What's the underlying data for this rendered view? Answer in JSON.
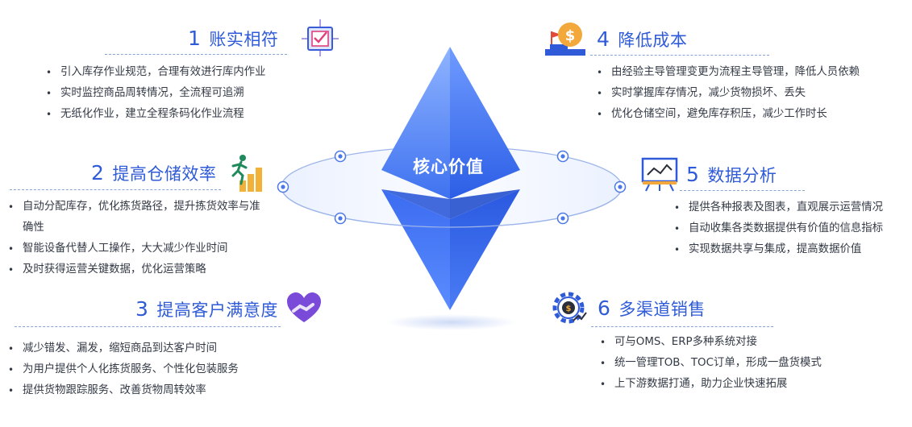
{
  "center": {
    "label": "核心价值"
  },
  "sections": [
    {
      "num": "1",
      "title": "账实相符",
      "icon": "checklist-target-icon",
      "bullets": [
        "引入库存作业规范，合理有效进行库内作业",
        "实时监控商品周转情况，全流程可追溯",
        "无纸化作业，建立全程条码化作业流程"
      ]
    },
    {
      "num": "2",
      "title": "提高仓储效率",
      "icon": "running-stairs-icon",
      "bullets": [
        "自动分配库存，优化拣货路径，提升拣货效率与准确性",
        "智能设备代替人工操作，大大减少作业时间",
        "及时获得运营关键数据，优化运营策略"
      ]
    },
    {
      "num": "3",
      "title": "提高客户满意度",
      "icon": "heart-hand-icon",
      "bullets": [
        "减少错发、漏发，缩短商品到达客户时间",
        "为用户提供个人化拣货服务、个性化包装服务",
        "提供货物跟踪服务、改善货物周转效率"
      ]
    },
    {
      "num": "4",
      "title": "降低成本",
      "icon": "dollar-coin-icon",
      "bullets": [
        "由经验主导管理变更为流程主导管理，降低人员依赖",
        "实时掌握库存情况，减少货物损坏、丢失",
        "优化仓储空间，避免库存积压，减少工作时长"
      ]
    },
    {
      "num": "5",
      "title": "数据分析",
      "icon": "chart-board-icon",
      "bullets": [
        "提供各种报表及图表，直观展示运营情况",
        "自动收集各类数据提供有价值的信息指标",
        "实现数据共享与集成，提高数据价值"
      ]
    },
    {
      "num": "6",
      "title": "多渠道销售",
      "icon": "gear-dollar-icon",
      "bullets": [
        "可与OMS、ERP多种系统对接",
        "统一管理TOB、TOC订单，形成一盘货模式",
        "上下游数据打通，助力企业快速拓展"
      ]
    }
  ]
}
